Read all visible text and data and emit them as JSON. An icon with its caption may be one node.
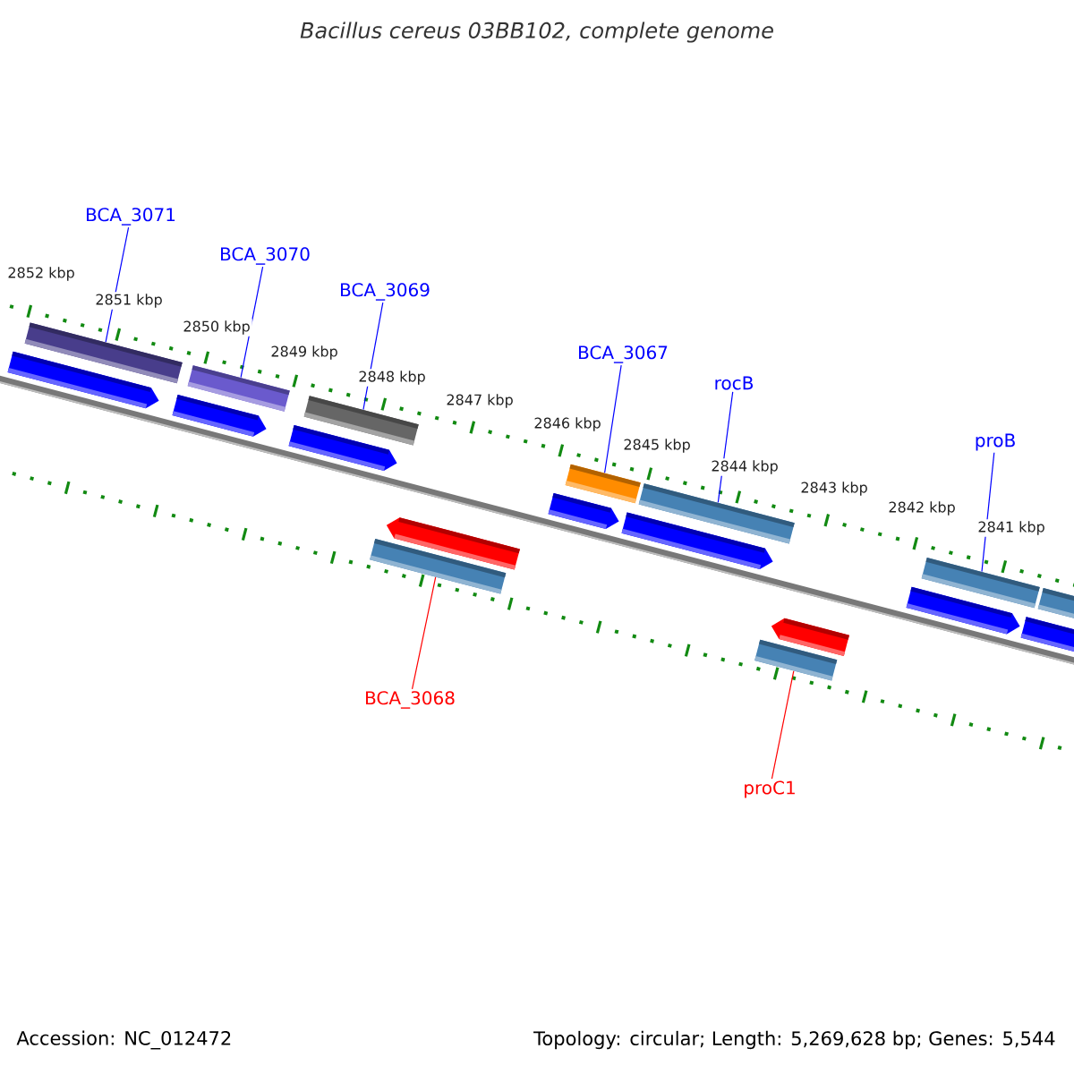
{
  "diagram": {
    "title": "Bacillus cereus 03BB102, complete genome",
    "nodes": [
      {
        "text": [
          "BCA_3071"
        ]
      },
      {
        "text": [
          "BCA_3070"
        ]
      },
      {
        "text": [
          "BCA_3069"
        ]
      },
      {
        "text": [
          "BCA_3067"
        ]
      },
      {
        "text": [
          "rocB"
        ]
      },
      {
        "text": [
          "proB"
        ]
      },
      {
        "text": [
          "BCA_3068"
        ]
      },
      {
        "text": [
          "proC1"
        ]
      },
      {
        "text": [],
        "shape": "bar"
      },
      {
        "text": [],
        "shape": "bar"
      },
      {
        "text": [],
        "shape": "bar"
      },
      {
        "text": [],
        "shape": "bar"
      },
      {
        "text": [],
        "shape": "bar"
      },
      {
        "text": [],
        "shape": "bar"
      },
      {
        "text": [],
        "shape": "bar"
      },
      {
        "text": [],
        "shape": "pentagon"
      },
      {
        "text": [],
        "shape": "pentagon"
      },
      {
        "text": [],
        "shape": "pentagon"
      },
      {
        "text": [],
        "shape": "pentagon"
      },
      {
        "text": [],
        "shape": "pentagon"
      },
      {
        "text": [],
        "shape": "pentagon"
      },
      {
        "text": [],
        "shape": "pentagon"
      },
      {
        "text": [],
        "shape": "pentagon"
      },
      {
        "text": [],
        "shape": "pentagon"
      },
      {
        "text": [],
        "shape": "bar"
      },
      {
        "text": [],
        "shape": "bar"
      }
    ],
    "edges": [
      {
        "from": 0,
        "to": 8,
        "arrow": "none"
      },
      {
        "from": 1,
        "to": 9,
        "arrow": "none"
      },
      {
        "from": 2,
        "to": 10,
        "arrow": "none"
      },
      {
        "from": 3,
        "to": 11,
        "arrow": "none"
      },
      {
        "from": 4,
        "to": 12,
        "arrow": "none"
      },
      {
        "from": 5,
        "to": 13,
        "arrow": "none"
      },
      {
        "from": 6,
        "to": 24,
        "arrow": "none",
        "color": "#ff0000"
      },
      {
        "from": 7,
        "to": 25,
        "arrow": "none",
        "color": "#ff0000"
      }
    ],
    "labels": [
      "2852 kbp",
      "2851 kbp",
      "2850 kbp",
      "2849 kbp",
      "2848 kbp",
      "2847 kbp",
      "2846 kbp",
      "2845 kbp",
      "2844 kbp",
      "2843 kbp",
      "2842 kbp",
      "2841 kbp",
      "Accession: NC_012472",
      "Topology: circular; Length: 5,269,628 bp; Genes: 5,544"
    ]
  }
}
